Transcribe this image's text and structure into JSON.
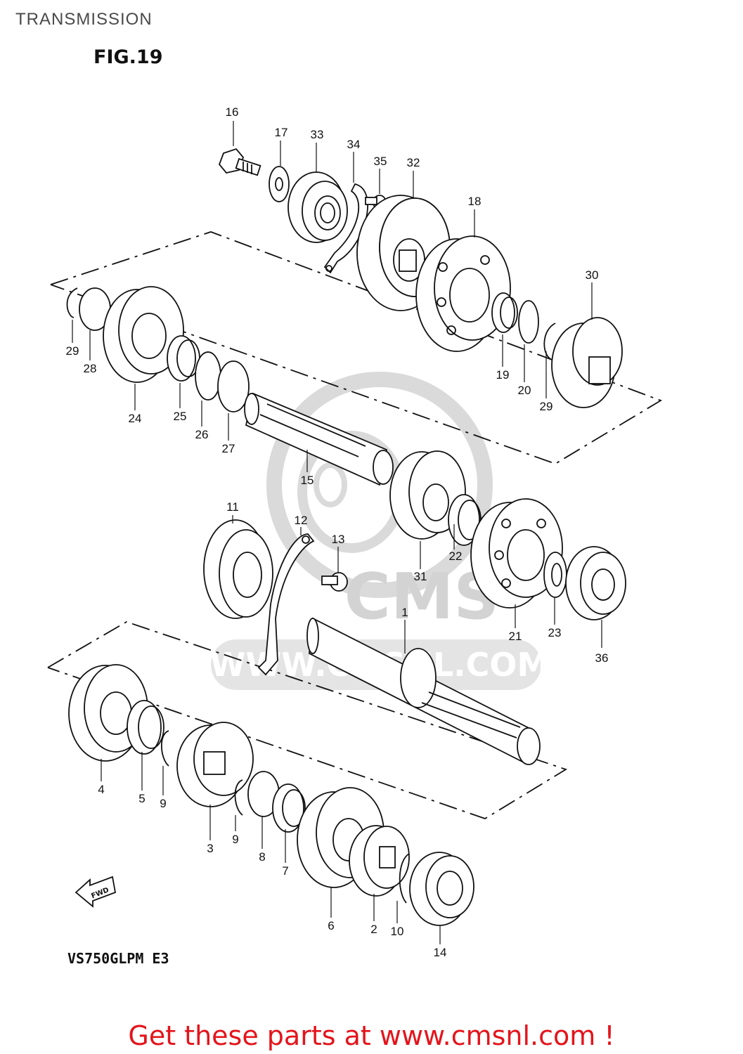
{
  "header": {
    "title": "TRANSMISSION"
  },
  "figure": {
    "label": "FIG.19",
    "model_code": "VS750GLPM E3",
    "direction_badge": "FWD"
  },
  "watermark": {
    "brand": "CMS",
    "url": "WWW.CMSNL.COM",
    "color": "#d9d9d9"
  },
  "callouts": {
    "c1": "1",
    "c2": "2",
    "c3": "3",
    "c4": "4",
    "c5": "5",
    "c6": "6",
    "c7": "7",
    "c8": "8",
    "c9a": "9",
    "c9b": "9",
    "c10": "10",
    "c11": "11",
    "c12": "12",
    "c13": "13",
    "c14": "14",
    "c15": "15",
    "c16": "16",
    "c17": "17",
    "c18": "18",
    "c19": "19",
    "c20": "20",
    "c21": "21",
    "c22": "22",
    "c23": "23",
    "c24": "24",
    "c25": "25",
    "c26": "26",
    "c27": "27",
    "c28": "28",
    "c29a": "29",
    "c29b": "29",
    "c30": "30",
    "c31": "31",
    "c32": "32",
    "c33": "33",
    "c34": "34",
    "c35": "35",
    "c36": "36"
  },
  "footer": {
    "text": "Get these parts at www.cmsnl.com !",
    "color": "#e4141b"
  },
  "icons": [
    "fwd-arrow-icon"
  ]
}
